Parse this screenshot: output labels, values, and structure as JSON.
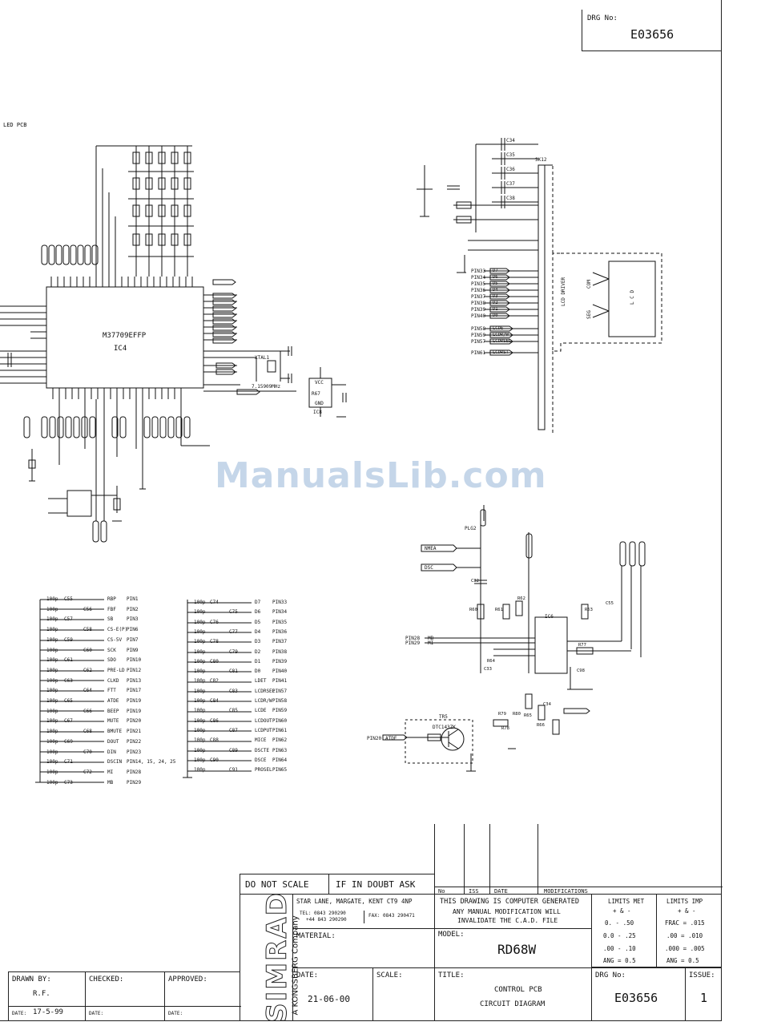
{
  "drawing_header": {
    "label": "DRG No:",
    "number": "E03656"
  },
  "corner_note": "LED PCB",
  "watermark": "ManualsLib.com",
  "ic4": {
    "part": "M37709EFFP",
    "ref": "IC4"
  },
  "crystal": {
    "ref": "XTAL1",
    "freq": "7.15909MHz"
  },
  "ic8": {
    "ref": "IC8",
    "labels": [
      "VCC",
      "R67",
      "GND"
    ]
  },
  "lcd": {
    "connector": "SK12",
    "driver": "LCD DRIVER",
    "panel": "L C D",
    "com": "COM",
    "seg": "SEG"
  },
  "lcd_pins": [
    "PIN33",
    "PIN34",
    "PIN35",
    "PIN36",
    "PIN37",
    "PIN38",
    "PIN39",
    "PIN40",
    "PIN58",
    "PIN59",
    "PIN57",
    "PIN61"
  ],
  "lcd_signals": [
    "D7",
    "D6",
    "D5",
    "D4",
    "D3",
    "D2",
    "D1",
    "D0",
    "LCDE",
    "LCDR/W",
    "LCDRSEL",
    "LCDRST"
  ],
  "lcd_caps": [
    "C34",
    "C35",
    "C36",
    "C37",
    "C38"
  ],
  "cap_block_1": {
    "rows": [
      {
        "cap": "C55",
        "net": "RBP",
        "pin": "PIN1"
      },
      {
        "cap": "C56",
        "net": "FBF",
        "pin": "PIN2"
      },
      {
        "cap": "C57",
        "net": "SB",
        "pin": "PIN3"
      },
      {
        "cap": "C58",
        "net": "CS-E(P)",
        "pin": "PIN6"
      },
      {
        "cap": "C59",
        "net": "CS-5V",
        "pin": "PIN7"
      },
      {
        "cap": "C60",
        "net": "SCK",
        "pin": "PIN9"
      },
      {
        "cap": "C61",
        "net": "SDO",
        "pin": "PIN10"
      },
      {
        "cap": "C62",
        "net": "PRE-LD",
        "pin": "PIN12"
      },
      {
        "cap": "C63",
        "net": "CLKD",
        "pin": "PIN13"
      },
      {
        "cap": "C64",
        "net": "FTT",
        "pin": "PIN17"
      },
      {
        "cap": "C65",
        "net": "ATDE",
        "pin": "PIN19"
      },
      {
        "cap": "C66",
        "net": "BEEP",
        "pin": "PIN19"
      },
      {
        "cap": "C67",
        "net": "MUTE",
        "pin": "PIN20"
      },
      {
        "cap": "C68",
        "net": "BMUTE",
        "pin": "PIN21"
      },
      {
        "cap": "C69",
        "net": "DOUT",
        "pin": "PIN22"
      },
      {
        "cap": "C70",
        "net": "DIN",
        "pin": "PIN23"
      },
      {
        "cap": "C71",
        "net": "DSCIN",
        "pin": "PIN14, 15, 24, 25"
      },
      {
        "cap": "C72",
        "net": "MI",
        "pin": "PIN28"
      },
      {
        "cap": "C73",
        "net": "MB",
        "pin": "PIN29"
      }
    ]
  },
  "cap_block_2": {
    "rows": [
      {
        "cap": "C74",
        "net": "D7",
        "pin": "PIN33"
      },
      {
        "cap": "C75",
        "net": "D6",
        "pin": "PIN34"
      },
      {
        "cap": "C76",
        "net": "D5",
        "pin": "PIN35"
      },
      {
        "cap": "C77",
        "net": "D4",
        "pin": "PIN36"
      },
      {
        "cap": "C78",
        "net": "D3",
        "pin": "PIN37"
      },
      {
        "cap": "C79",
        "net": "D2",
        "pin": "PIN38"
      },
      {
        "cap": "C80",
        "net": "D1",
        "pin": "PIN39"
      },
      {
        "cap": "C81",
        "net": "D0",
        "pin": "PIN40"
      },
      {
        "cap": "C82",
        "net": "LDET",
        "pin": "PIN41"
      },
      {
        "cap": "C83",
        "net": "LCDRSEL",
        "pin": "PIN57"
      },
      {
        "cap": "C84",
        "net": "LCDR/W",
        "pin": "PIN58"
      },
      {
        "cap": "C85",
        "net": "LCDE",
        "pin": "PIN59"
      },
      {
        "cap": "C86",
        "net": "LCDOUT",
        "pin": "PIN60"
      },
      {
        "cap": "C87",
        "net": "LCDPUT",
        "pin": "PIN61"
      },
      {
        "cap": "C88",
        "net": "MICE",
        "pin": "PIN62"
      },
      {
        "cap": "C89",
        "net": "DSCTE",
        "pin": "PIN63"
      },
      {
        "cap": "C90",
        "net": "DSCE",
        "pin": "PIN64"
      },
      {
        "cap": "C91",
        "net": "PROSEL",
        "pin": "PIN65"
      }
    ],
    "cap_value": "100p"
  },
  "right_lower": {
    "plug": "PLG2",
    "nets": [
      "NMEA",
      "DSC"
    ],
    "pins_left": [
      "PIN28",
      "PIN29"
    ],
    "nets_left": [
      "MB",
      "MI"
    ],
    "ic": "IC6",
    "transistor": "TR5",
    "transistor_part": "DTC143ZK",
    "input_pin": "PIN20",
    "input_net": "ATDE",
    "parts": [
      "C32",
      "R60",
      "R61",
      "R62",
      "R63",
      "C55",
      "R64",
      "C33",
      "R65",
      "R66",
      "R77",
      "C98",
      "C34",
      "R78",
      "R79",
      "R80"
    ]
  },
  "title_block": {
    "do_not_scale": "DO NOT SCALE",
    "if_in_doubt": "IF IN DOUBT ASK",
    "address_line": "STAR LANE, MARGATE, KENT CT9 4NP",
    "tel": "TEL: 0843 290290",
    "tel2": "+44 843 290290",
    "fax": "FAX: 0843 290471",
    "brand": "SIMRAD",
    "brand_sub": "A KONGSBERG Company",
    "no": "No",
    "iss": "ISS",
    "date_col": "DATE",
    "modifications": "MODIFICATIONS",
    "computer_generated_1": "THIS DRAWING IS COMPUTER GENERATED",
    "computer_generated_2": "ANY MANUAL MODIFICATION WILL",
    "computer_generated_3": "INVALIDATE THE C.A.D. FILE",
    "limits_met_title": "LIMITS MET",
    "limits_met_pm": "+ & -",
    "limits_met": [
      "0. - .50",
      "0.0 - .25",
      ".00 - .10",
      "ANG = 0.5"
    ],
    "limits_imp_title": "LIMITS IMP",
    "limits_imp_pm": "+ & -",
    "limits_imp": [
      "FRAC = .015",
      ".00 = .010",
      ".000 = .005",
      "ANG = 0.5"
    ],
    "material_label": "MATERIAL:",
    "model_label": "MODEL:",
    "model": "RD68W",
    "date_label": "DATE:",
    "date": "21-06-00",
    "scale_label": "SCALE:",
    "title_label": "TITLE:",
    "title_1": "CONTROL PCB",
    "title_2": "CIRCUIT DIAGRAM",
    "drg_label": "DRG No:",
    "drg": "E03656",
    "issue_label": "ISSUE:",
    "issue": "1",
    "drawn_by_label": "DRAWN BY:",
    "drawn_by": "R.F.",
    "drawn_date_label": "DATE:",
    "drawn_date": "17-5-99",
    "checked_label": "CHECKED:",
    "checked_date_label": "DATE:",
    "approved_label": "APPROVED:",
    "approved_date_label": "DATE:"
  }
}
